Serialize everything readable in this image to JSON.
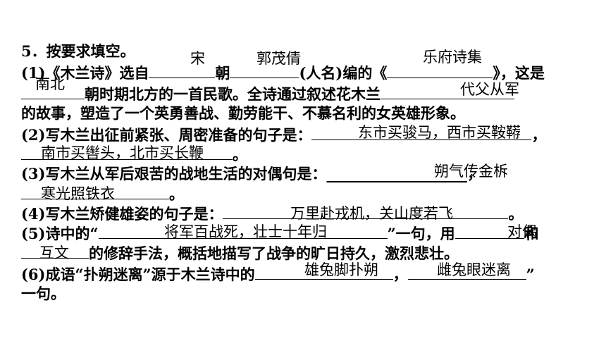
{
  "q_title": "5．按要求填空。",
  "p1": {
    "a": "(1)《木兰诗》选自",
    "b": "朝",
    "c": "(人名)编的《",
    "d": "》，这是",
    "e": "朝时期北方的一首民歌。全诗通过叙述花木兰",
    "f": "的故事，塑造了一个英勇善战、勤劳能干、不慕名利的女英雄形象。"
  },
  "p2": {
    "a": "(2)写木兰出征前紧张、周密准备的句子是：",
    "b": "，",
    "c": "。"
  },
  "p3": {
    "a": "(3)写木兰从军后艰苦的战地生活的对偶句是：",
    "underscores": "___________________",
    "b": "，",
    "c": "。"
  },
  "p4": {
    "a": "(4)写木兰矫健雄姿的句子是：",
    "b": "。"
  },
  "p5": {
    "a": "(5)诗中的“",
    "b": "”一句，用",
    "c": "和",
    "d": "的修辞手法，概括地描写了战争的旷日持久，激烈悲壮。"
  },
  "p6": {
    "a": "(6)成语“扑朔迷离”源于木兰诗中的",
    "b": "，",
    "c": "”",
    "d": "一句。"
  },
  "answers": {
    "song": "宋",
    "guo": "郭茂倩",
    "yuefu": "乐府诗集",
    "nanbei": "南北",
    "daifu": "代父从军",
    "dongshi": "东市买骏马，西市买鞍鞯",
    "nanshi": "南市买辔头，北市买长鞭",
    "shuoqi": "朔气传金柝",
    "hanguang": "寒光照铁衣",
    "wanli": "万里赴戎机，关山度若飞",
    "jiangjun": "将军百战死，壮士十年归",
    "duiou": "对偶",
    "huwen": "互文",
    "xiongtu": "雄兔脚扑朔",
    "citu": "雌兔眼迷离"
  }
}
